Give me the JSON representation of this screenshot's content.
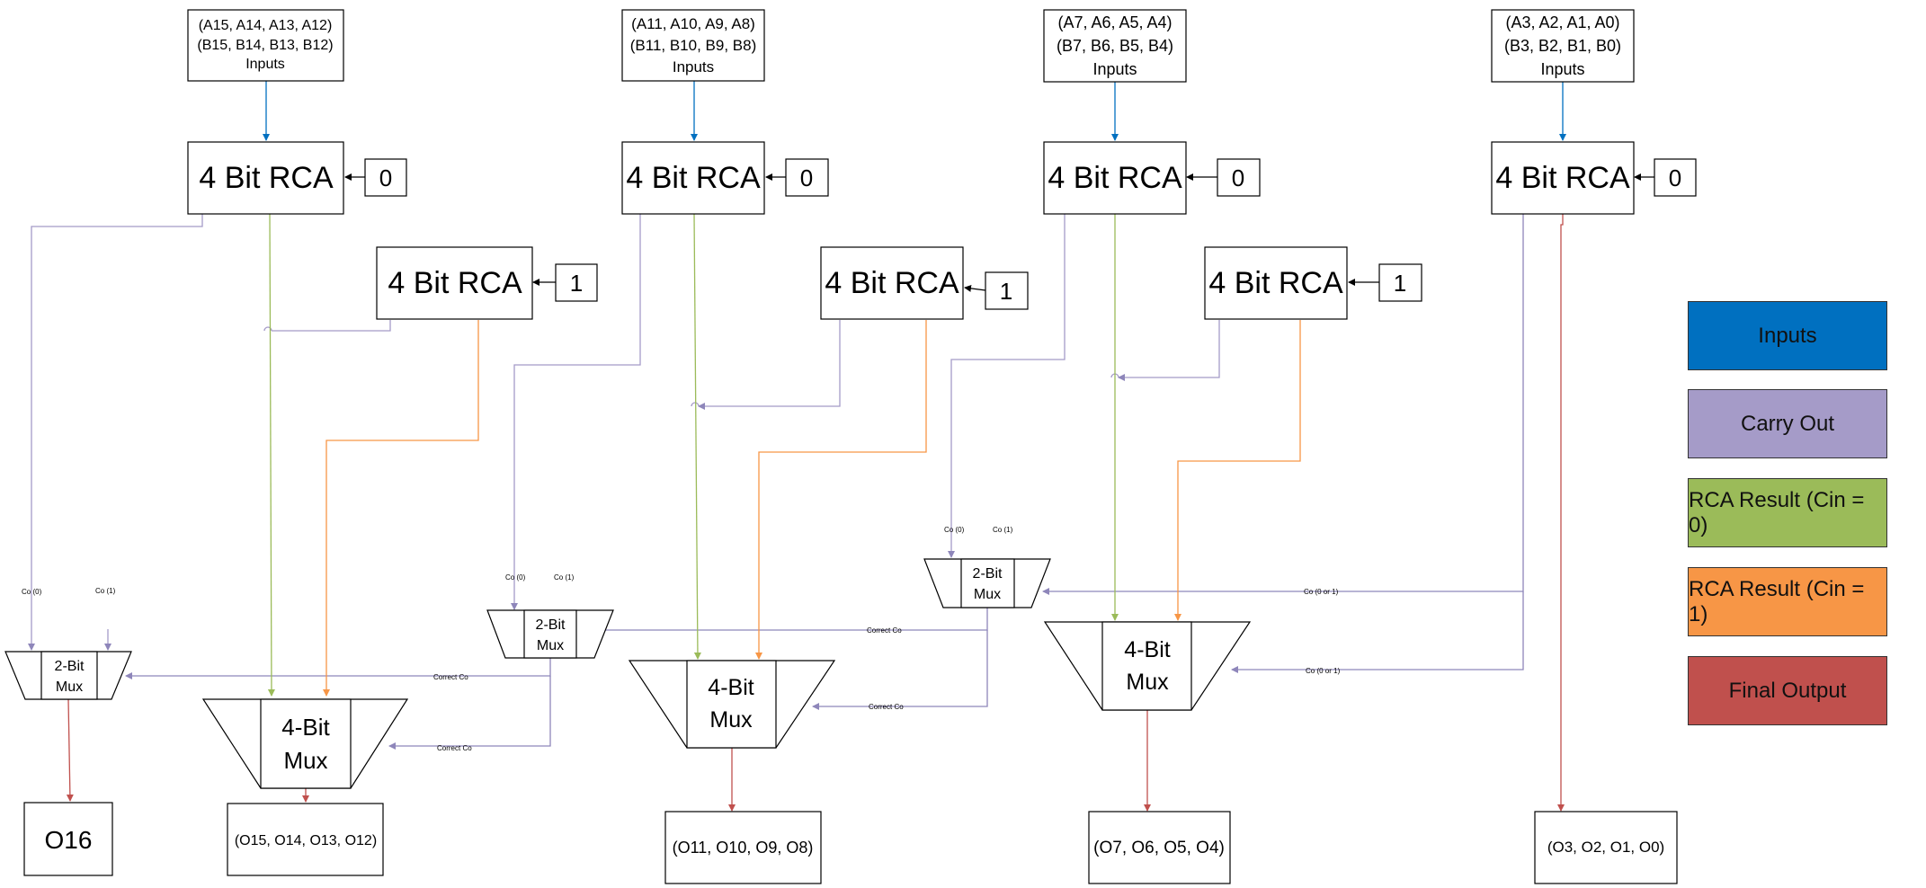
{
  "colors": {
    "inputs": "#0070C0",
    "carry_out": "#A59BC8",
    "rca_cin0": "#9BBB59",
    "rca_cin1": "#F79646",
    "final_output": "#C0504D"
  },
  "inputs": [
    {
      "line1": "(A15, A14, A13, A12)",
      "line2": "(B15, B14, B13, B12)",
      "line3": "Inputs"
    },
    {
      "line1": "(A11, A10, A9, A8)",
      "line2": "(B11, B10, B9, B8)",
      "line3": "Inputs"
    },
    {
      "line1": "(A7, A6, A5, A4)",
      "line2": "(B7, B6, B5, B4)",
      "line3": "Inputs"
    },
    {
      "line1": "(A3, A2, A1, A0)",
      "line2": "(B3, B2, B1, B0)",
      "line3": "Inputs"
    }
  ],
  "rca_label": "4 Bit RCA",
  "carry_in_zero": "0",
  "carry_in_one": "1",
  "mux2": {
    "line1": "2-Bit",
    "line2": "Mux"
  },
  "mux4": {
    "line1": "4-Bit",
    "line2": "Mux"
  },
  "wire_labels": {
    "co0": "Co (0)",
    "co1": "Co (1)",
    "correct_co": "Correct Co",
    "co0or1": "Co (0 or 1)"
  },
  "outputs": [
    "O16",
    "(O15, O14, O13, O12)",
    "(O11, O10, O9, O8)",
    "(O7, O6, O5, O4)",
    "(O3, O2, O1, O0)"
  ],
  "legend": [
    {
      "label": "Inputs",
      "color": "#0070C0"
    },
    {
      "label": "Carry Out",
      "color": "#A59BC8"
    },
    {
      "label": "RCA Result (Cin = 0)",
      "color": "#9BBB59"
    },
    {
      "label": "RCA Result (Cin = 1)",
      "color": "#F79646"
    },
    {
      "label": "Final Output",
      "color": "#C0504D"
    }
  ]
}
